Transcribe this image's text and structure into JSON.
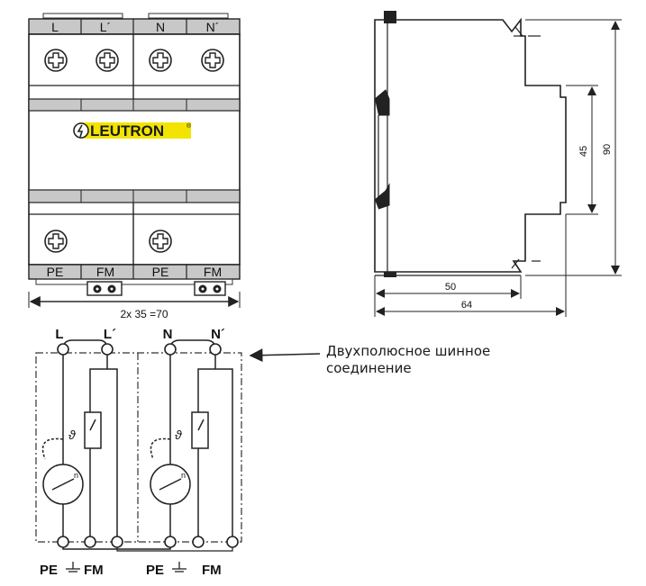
{
  "module": {
    "top_terminals": [
      "L",
      "L´",
      "N",
      "N´"
    ],
    "bottom_terminals": [
      "PE",
      "FM",
      "PE",
      "FM"
    ],
    "brand": "LEUTRON",
    "brand_mark": "®",
    "width_label": "2x 35 =70",
    "colors": {
      "brand_band": "#f2e400",
      "housing_band": "#c8c8c8",
      "outline": "#222222"
    }
  },
  "side_view": {
    "height_90": "90",
    "height_45": "45",
    "depth_50": "50",
    "depth_64": "64"
  },
  "schematic": {
    "top_labels": [
      "L",
      "L´",
      "N",
      "N´"
    ],
    "pe_labels": [
      "PE",
      "PE"
    ],
    "fm_labels": [
      "FM",
      "FM"
    ],
    "theta": "ϑ",
    "varistor_n": "n"
  },
  "annotation": {
    "line1": "Двухполюсное шинное",
    "line2": "соединение"
  }
}
